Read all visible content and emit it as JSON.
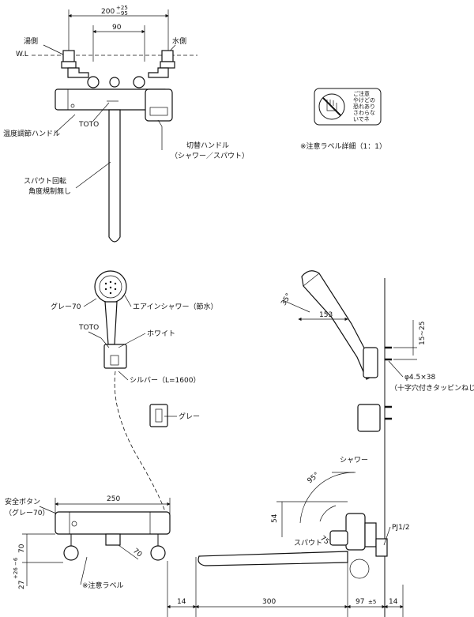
{
  "top_view": {
    "dim_total": "200",
    "dim_tol_plus": "+25",
    "dim_tol_minus": "−95",
    "dim_inner": "90",
    "wl_label": "W.L",
    "hot_side": "湯側",
    "cold_side": "水側",
    "toto": "TOTO",
    "temp_handle": "温度調節ハンドル",
    "switch_handle": "切替ハンドル",
    "switch_handle_sub": "（シャワー／スパウト）",
    "spout_rotation_line1": "スパウト回転",
    "spout_rotation_line2": "角度規制無し"
  },
  "caution_label": {
    "text_lines": [
      "ご注意",
      "やけどの",
      "恐れあり",
      "さわらな",
      "いでネ"
    ],
    "detail_caption": "※注意ラベル詳細（1：1）"
  },
  "shower_view": {
    "gray70": "グレー70",
    "air_in_shower": "エアインシャワー（節水）",
    "toto": "TOTO",
    "white": "ホワイト",
    "silver_hose": "シルバー（L=1600）",
    "gray": "グレー"
  },
  "side_view": {
    "angle35": "35°",
    "dim153": "153",
    "dim15_25": "15~25",
    "screw_line1": "φ4.5×38",
    "screw_line2": "（十字穴付きタッピンねじ）",
    "shower": "シャワー",
    "angle95": "95°",
    "angle75": "75°",
    "dim54": "54",
    "spout": "スパウト",
    "pj": "PJ1/2"
  },
  "front_view": {
    "safety_button": "安全ボタン",
    "safety_button_sub": "（グレー70）",
    "dim250": "250",
    "dim70": "70",
    "dim70b": "70",
    "dim27": "27",
    "dim27_tol": "+26 −6",
    "caution_label_note": "※注意ラベル"
  },
  "bottom_dims": {
    "d14_left": "14",
    "d300": "300",
    "d97": "97",
    "d97_tol": "±5",
    "d14_right": "14"
  }
}
